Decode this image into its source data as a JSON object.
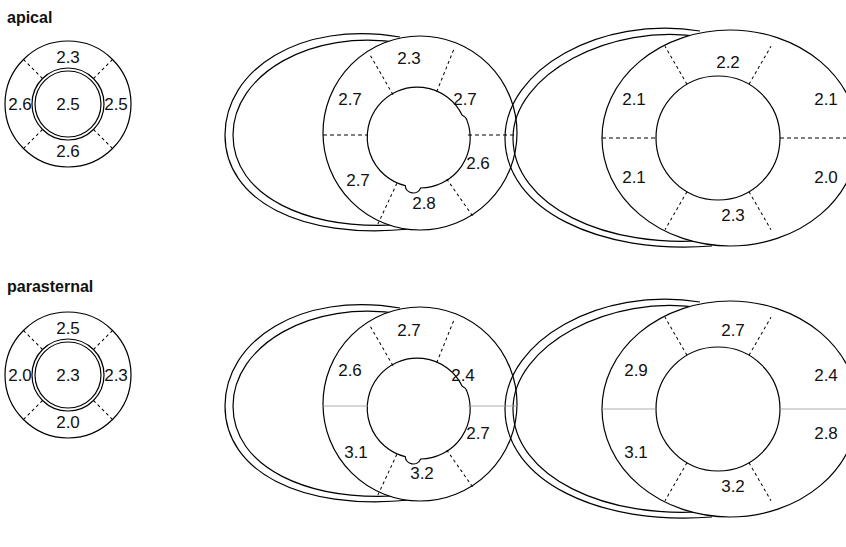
{
  "diagram": {
    "labels": [
      "apical",
      "2.3",
      "2.6",
      "2.5",
      "2.5",
      "2.6",
      "2.3",
      "2.7",
      "2.7",
      "2.7",
      "2.6",
      "2.8",
      "2.2",
      "2.1",
      "2.1",
      "2.1",
      "2.0",
      "2.3",
      "parasternal",
      "2.5",
      "2.0",
      "2.3",
      "2.3",
      "2.0",
      "2.7",
      "2.6",
      "2.4",
      "3.1",
      "2.7",
      "3.2",
      "2.7",
      "2.9",
      "2.4",
      "3.1",
      "2.8",
      "3.2"
    ]
  }
}
